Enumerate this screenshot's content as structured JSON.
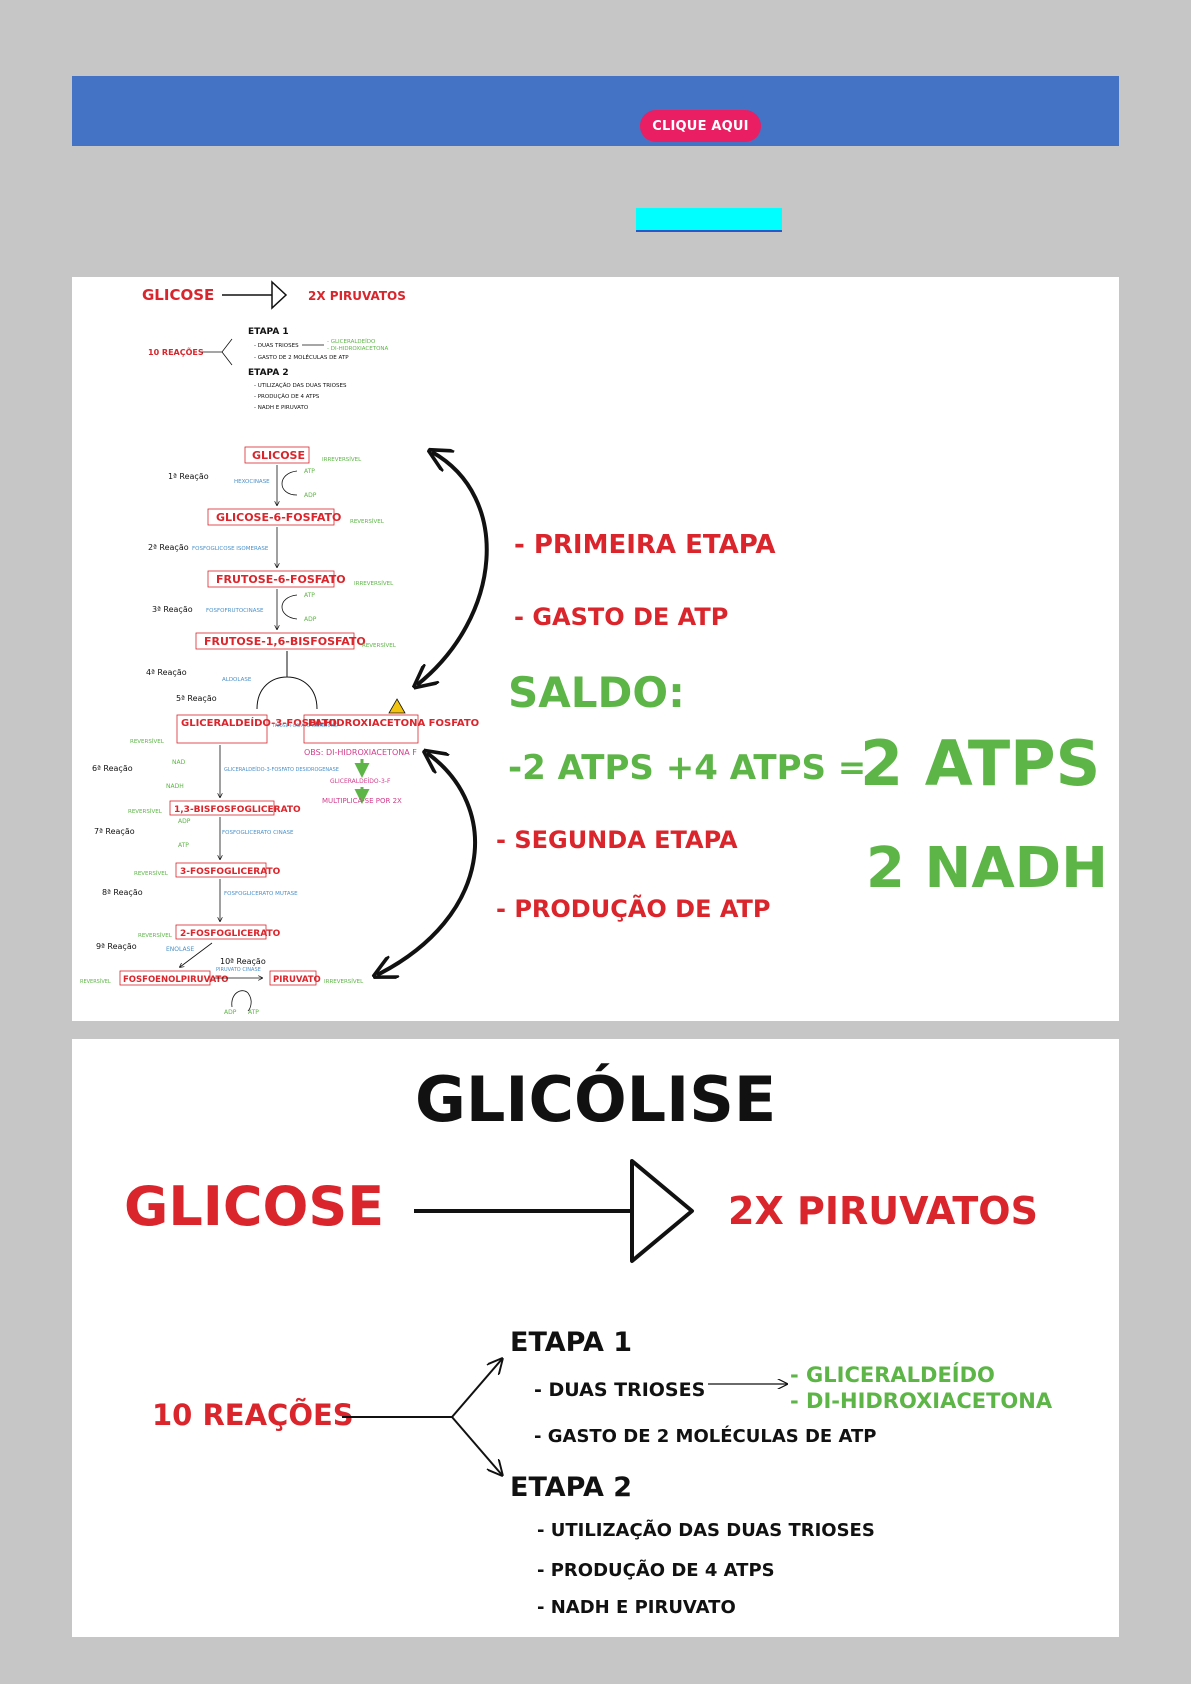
{
  "banner": {
    "cta_label": "CLIQUE AQUI"
  },
  "link": {
    "label": ""
  },
  "colors": {
    "red": "#d9252b",
    "green": "#5cb546",
    "blue": "#4a90c8",
    "pink": "#d23c8c",
    "ink": "#111111",
    "banner": "#4472c4",
    "cta": "#e91e63",
    "cyan": "#00ffff"
  },
  "overview": {
    "glicose": "GLICOSE",
    "piruvatos": "2X PIRUVATOS",
    "reacoes": "10 REAÇÕES",
    "etapa1": "ETAPA 1",
    "duas_trioses": "- DUAS TRIOSES",
    "gliceraldeido": "- GLICERALDEÍDO",
    "dihidroxiacetona": "- DI-HIDROXIACETONA",
    "gasto": "- GASTO DE 2 MOLÉCULAS DE ATP",
    "etapa2": "ETAPA 2",
    "utilizacao": "- UTILIZAÇÃO DAS DUAS TRIOSES",
    "producao4": "- PRODUÇÃO DE 4 ATPS",
    "nadh_piruvato": "- NADH  E  PIRUVATO"
  },
  "pathway": {
    "glicose": "GLICOSE",
    "g6p": "GLICOSE-6-FOSFATO",
    "f6p": "FRUTOSE-6-FOSFATO",
    "f16bp": "FRUTOSE-1,6-BISFOSFATO",
    "g3p": "GLICERALDEÍDO-3-FOSFATO",
    "dhap": "DI-HIDROXIACETONA FOSFATO",
    "bpg13": "1,3-BISFOSFOGLICERATO",
    "pg3": "3-FOSFOGLICERATO",
    "pg2": "2-FOSFOGLICERATO",
    "pep": "FOSFOENOLPIRUVATO",
    "piruvato": "PIRUVATO",
    "reactions": [
      "1ª Reação",
      "2ª Reação",
      "3ª Reação",
      "4ª Reação",
      "5ª Reação",
      "6ª Reação",
      "7ª Reação",
      "8ª Reação",
      "9ª Reação",
      "10ª Reação"
    ],
    "enzymes": [
      "HEXOCINASE",
      "FOSFOGLICOSE ISOMERASE",
      "FOSFOFRUTOCINASE",
      "ALDOLASE",
      "TRIOSE-FOSFATO ISOMERASE",
      "GLICERALDEÍDO-3-FOSFATO DESIDROGENASE",
      "FOSFOGLICERATO CINASE",
      "FOSFOGLICERATO MUTASE",
      "ENOLASE",
      "PIRUVATO CINASE"
    ],
    "irreversivel": "IRREVERSÍVEL",
    "reversivel": "REVERSÍVEL",
    "atp": "ATP",
    "adp": "ADP",
    "nad": "NAD",
    "nadh": "NADH",
    "obs": "OBS: DI-HIDROXIACETONA F",
    "obs_g3p": "GLICERALDEÍDO-3-F",
    "multiplica": "MULTIPLICA-SE POR 2X",
    "primeira": "- PRIMEIRA ETAPA",
    "gasto_atp": "- GASTO DE ATP",
    "saldo": "SALDO:",
    "equation": "-2 ATPS  +4 ATPS =",
    "total_atp": "2 ATPS",
    "total_nadh": "2 NADH",
    "segunda": "- SEGUNDA ETAPA",
    "producao": "- PRODUÇÃO DE ATP"
  },
  "title2": "GLICÓLISE"
}
